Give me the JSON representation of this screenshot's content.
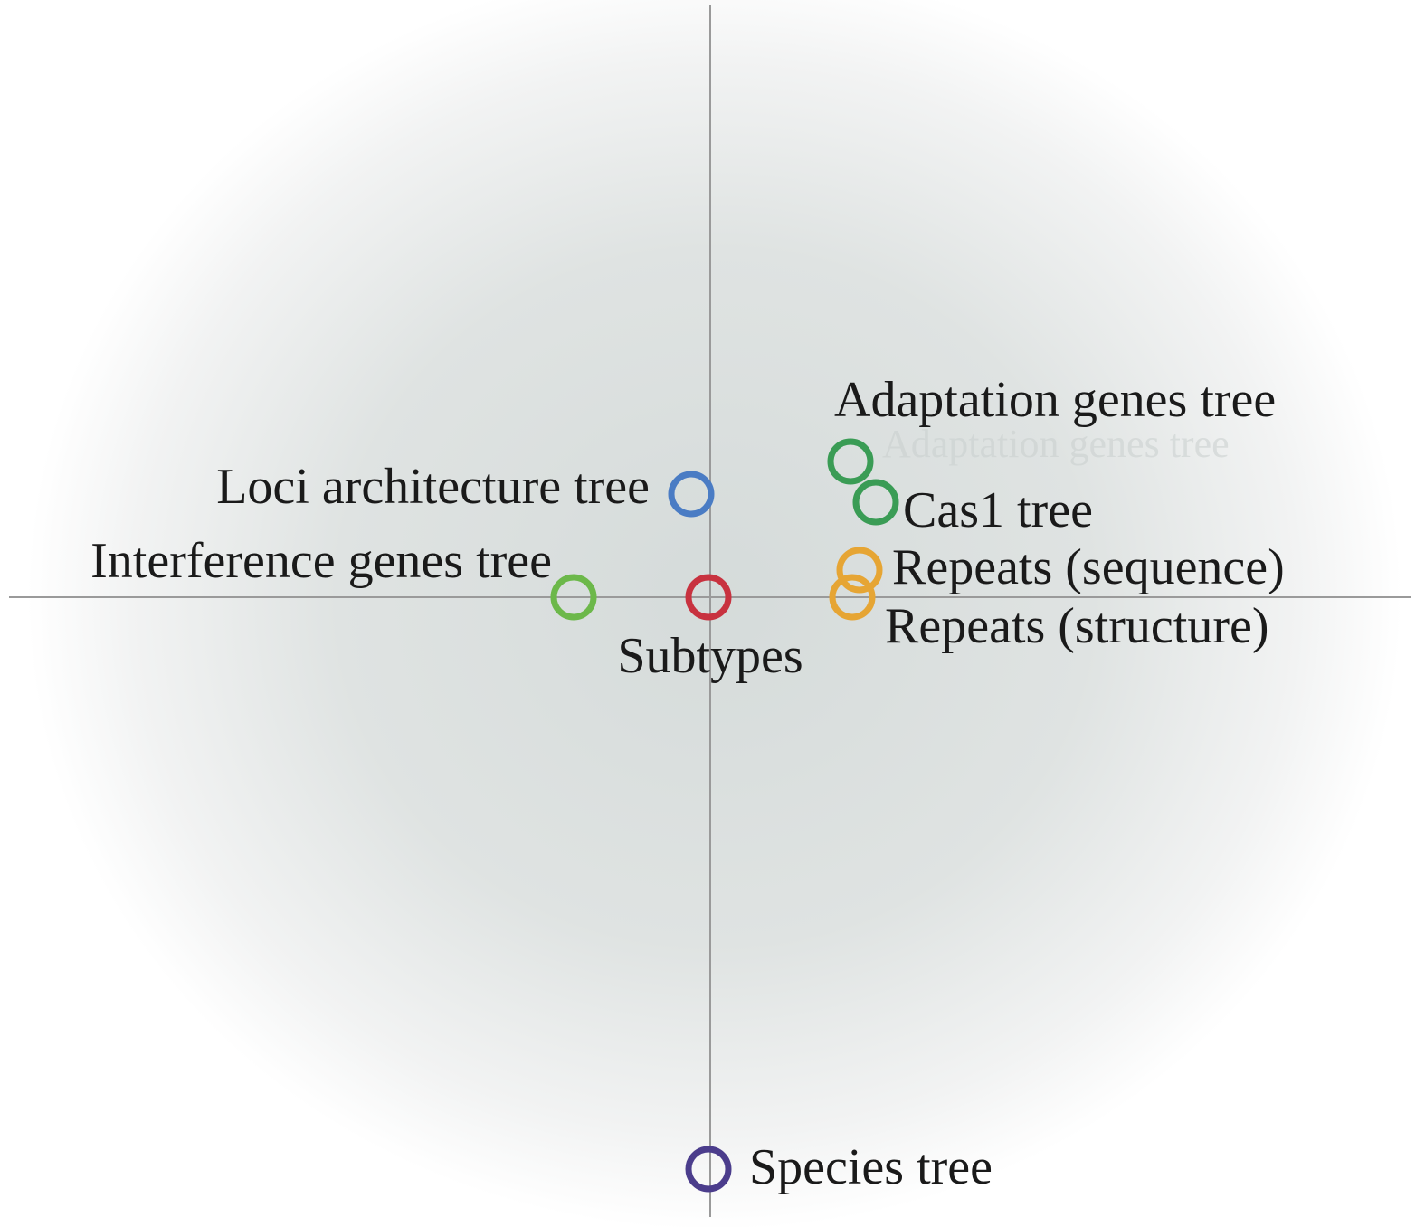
{
  "diagram": {
    "type": "scatter",
    "colors": {
      "blue": "#4a7cc4",
      "green_dark": "#3a9c55",
      "green_light": "#6cb84a",
      "orange": "#e6a534",
      "red": "#c8323f",
      "purple": "#4b3d8c",
      "axis": "#9a9a9a",
      "halo": "#d7dcdb"
    },
    "points": [
      {
        "label": "Loci architecture tree",
        "color": "blue"
      },
      {
        "label": "Adaptation genes tree",
        "color": "green_dark"
      },
      {
        "label": "Cas1 tree",
        "color": "green_dark"
      },
      {
        "label": "Repeats (sequence)",
        "color": "orange"
      },
      {
        "label": "Repeats (structure)",
        "color": "orange"
      },
      {
        "label": "Interference genes tree",
        "color": "green_light"
      },
      {
        "label": "Subtypes",
        "color": "red"
      },
      {
        "label": "Species tree",
        "color": "purple"
      }
    ]
  }
}
